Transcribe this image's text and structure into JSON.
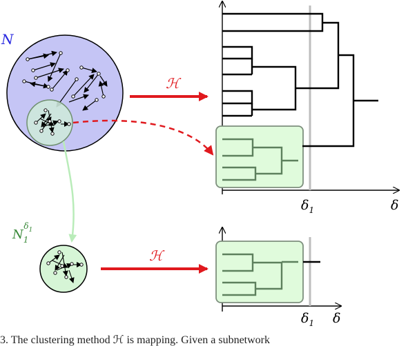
{
  "labels": {
    "network": "N",
    "arrow_top": "ℋ",
    "arrow_bottom": "ℋ",
    "subnetwork_base": "N",
    "subnetwork_sub": "1",
    "subnetwork_sup_base": "δ",
    "subnetwork_sup_sub": "1",
    "delta_axis_top": "δ",
    "delta1_top": "δ",
    "delta1_top_sub": "1",
    "delta_axis_bottom": "δ",
    "delta1_bottom": "δ",
    "delta1_bottom_sub": "1"
  },
  "caption": "3.   The clustering method ℋ is mapping. Given a subnetwork",
  "colors": {
    "network_fill": "#c5c5f5",
    "subnetwork_fill": "#d6f5d6",
    "highlight_fill": "#e0fbdc",
    "highlight_stroke": "#7d8f7d",
    "dendro_green": "#5d805d",
    "red": "#e0191e",
    "label_blue": "#2a2ae0",
    "label_green": "#3a8a3a",
    "gray_line": "#bdbdbd"
  }
}
